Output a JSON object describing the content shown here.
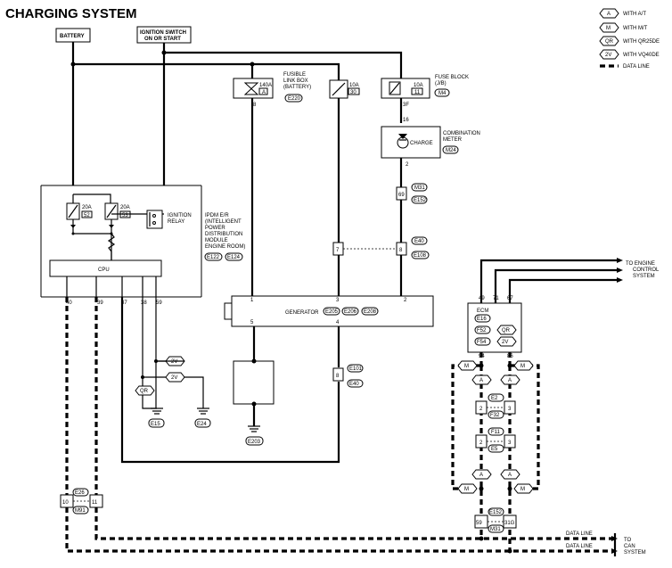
{
  "title": "CHARGING SYSTEM",
  "legend": [
    {
      "symbol": "A",
      "text": "WITH A/T"
    },
    {
      "symbol": "M",
      "text": "WITH M/T"
    },
    {
      "symbol": "QR",
      "text": "WITH QR25DE"
    },
    {
      "symbol": "2V",
      "text": "WITH VQ40DE"
    },
    {
      "symbol": "",
      "text": "DATA LINE"
    }
  ],
  "battery": {
    "label": "BATTERY"
  },
  "ignition_switch": {
    "line1": "IGNITION SWITCH",
    "line2": "ON OR START"
  },
  "fusible_link": {
    "line1": "FUSIBLE",
    "line2": "LINK BOX",
    "line3": "(BATTERY)",
    "amp": "140A",
    "id": "A",
    "connector": "E220",
    "pin": "8",
    "fuse2_amp": "10A",
    "fuse2_no": "30"
  },
  "fuse_block": {
    "line1": "FUSE BLOCK",
    "line2": "(J/B)",
    "amp": "10A",
    "id": "11",
    "connector": "M4",
    "pin": "3F"
  },
  "combination_meter": {
    "line1": "COMBINATION",
    "line2": "METER",
    "lamp": "CHARGE",
    "connector": "M24",
    "pin_in": "16",
    "pin_out": "2"
  },
  "ipdm": {
    "line1": "IPDM E/R",
    "line2": "(INTELLIGENT",
    "line3": "POWER",
    "line4": "DISTRIBUTION",
    "line5": "MODULE",
    "line6": "ENGINE ROOM)",
    "conn1": "E122",
    "conn2": "E124",
    "cpu": "CPU",
    "fuse1_amp": "20A",
    "fuse1_no": "52",
    "fuse2_amp": "20A",
    "fuse2_no": "53",
    "relay1": "IGNITION",
    "relay2": "RELAY",
    "pins": [
      "40",
      "39",
      "37",
      "38",
      "59"
    ]
  },
  "generator": {
    "label": "GENERATOR",
    "conns": [
      "E205",
      "E206",
      "E208"
    ],
    "pins": [
      "1",
      "3",
      "2",
      "5",
      "4"
    ]
  },
  "ground_conn": "E203",
  "ipdm_grounds": [
    "E15",
    "E24"
  ],
  "badges": {
    "two_v": "2V",
    "qr": "QR"
  },
  "joints": {
    "m31_top": "M31",
    "e152_top": "E152",
    "m31_top_pin": "69",
    "e40_mid": "E40",
    "e108_mid": "E108",
    "e40_mid_pin": "8",
    "unknown_pin": "7",
    "e101": "E101",
    "e40_low": "E40",
    "e40_low_pin": "8"
  },
  "ecm": {
    "label": "ECM",
    "conns": [
      "E16",
      "F52",
      "F54"
    ],
    "badges": [
      "QR",
      "2V"
    ],
    "pins_top": [
      "49",
      "71",
      "67"
    ],
    "pins_bottom": [
      "94",
      "86"
    ]
  },
  "to_engine_control": {
    "line1": "TO ENGINE",
    "line2": "CONTROL",
    "line3": "SYSTEM"
  },
  "can_joints": {
    "e2": "E2",
    "f32": "F32",
    "f11": "F11",
    "e5": "E5",
    "pin2": "2",
    "pin3": "3",
    "m": "M",
    "a": "A"
  },
  "bottom_joints": {
    "e26": "E26",
    "m91": "M91",
    "pin10": "10",
    "pin11": "11",
    "e152": "E152",
    "m31": "M31",
    "pin59": "59",
    "pin31": "31G"
  },
  "data_line_label": "DATA LINE",
  "to_can": {
    "line1": "TO",
    "line2": "CAN",
    "line3": "SYSTEM"
  }
}
